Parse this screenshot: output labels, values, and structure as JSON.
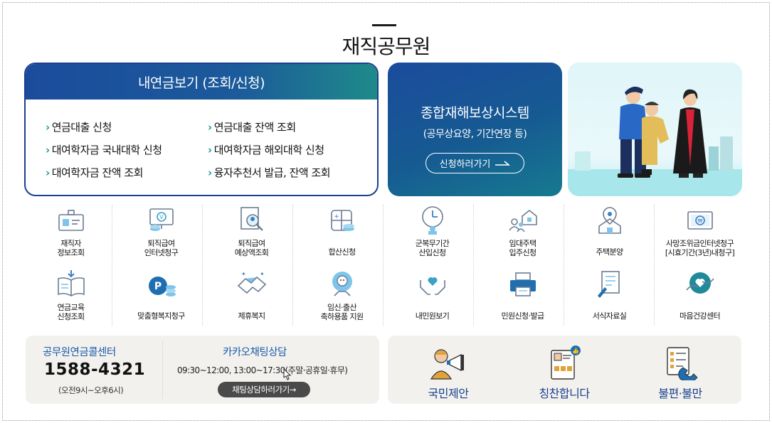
{
  "page": {
    "title": "재직공무원"
  },
  "pension": {
    "header": "내연금보기 (조회/신청)",
    "links": [
      "연금대출 신청",
      "연금대출 잔액 조회",
      "대여학자금 국내대학 신청",
      "대여학자금 해외대학 신청",
      "대여학자금 잔액 조회",
      "융자추천서 발급, 잔액 조회"
    ]
  },
  "compensation": {
    "title": "종합재해보상시스템",
    "subtitle": "(공무상요양, 기간연장 등)",
    "button": "신청하러가기"
  },
  "services": [
    {
      "lines": [
        "재직자",
        "정보조회"
      ],
      "icon": "id-card-icon"
    },
    {
      "lines": [
        "퇴직급여",
        "인터넷청구"
      ],
      "icon": "monitor-coins-icon"
    },
    {
      "lines": [
        "퇴직급여",
        "예상액조회"
      ],
      "icon": "document-search-icon"
    },
    {
      "lines": [
        "합산신청"
      ],
      "icon": "calculator-icon"
    },
    {
      "lines": [
        "군복무기간",
        "산입신청"
      ],
      "icon": "clock-person-icon"
    },
    {
      "lines": [
        "임대주택",
        "입주신청"
      ],
      "icon": "house-family-icon"
    },
    {
      "lines": [
        "주택분양"
      ],
      "icon": "map-pin-house-icon"
    },
    {
      "lines": [
        "사망조위금인터넷청구"
      ],
      "note": "[시효기간(3년)내청구]",
      "icon": "money-envelope-icon"
    },
    {
      "lines": [
        "연금교육",
        "신청조회"
      ],
      "icon": "open-book-icon"
    },
    {
      "lines": [
        "맞춤형복지청구"
      ],
      "icon": "point-coins-icon"
    },
    {
      "lines": [
        "제휴복지"
      ],
      "icon": "handshake-icon"
    },
    {
      "lines": [
        "임신·출산",
        "축하용품 지원"
      ],
      "icon": "baby-icon"
    },
    {
      "lines": [
        "내민원보기"
      ],
      "icon": "hands-heart-icon"
    },
    {
      "lines": [
        "민원신청·발급"
      ],
      "icon": "printer-icon"
    },
    {
      "lines": [
        "서식자료실"
      ],
      "icon": "document-pen-icon"
    },
    {
      "lines": [
        "마음건강센터"
      ],
      "icon": "hand-heart-icon"
    }
  ],
  "callcenter": {
    "title": "공무원연금콜센터",
    "number": "1588-4321",
    "hours": "(오전9시~오후6시)"
  },
  "kakao": {
    "title": "카카오채팅상담",
    "hours": "09:30~12:00, 13:00~17:30(주말·공휴일·휴무)",
    "button": "채팅상담하러가기→"
  },
  "quick": [
    {
      "label": "국민제안",
      "icon": "megaphone-person-icon"
    },
    {
      "label": "칭찬합니다",
      "icon": "thumbs-up-board-icon"
    },
    {
      "label": "불편·불만",
      "icon": "phone-checklist-icon"
    }
  ],
  "colors": {
    "primary": "#1b4c9c",
    "teal": "#1a9aa2",
    "red": "#d6262f",
    "panel": "#f3f1ee"
  }
}
